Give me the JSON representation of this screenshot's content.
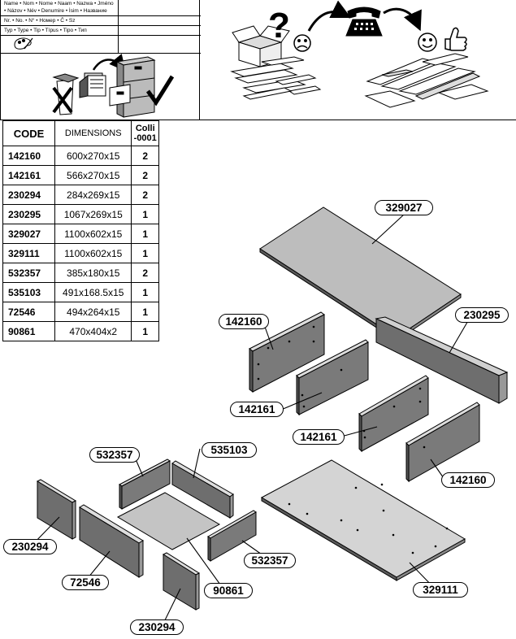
{
  "header": {
    "rows": [
      "Name • Nom • Nome • Naam • Nazwa • Jméno",
      "• Názov • Név • Denumire • İsim • Название",
      "Nr. • No. • N° • Номер • Č • Sz",
      "Typ • Type • Tip • Típus • Tipo • Тип"
    ]
  },
  "table": {
    "headers": {
      "code": "CODE",
      "dimensions": "DIMENSIONS",
      "colli": "Colli -0001"
    },
    "rows": [
      {
        "code": "142160",
        "dim": "600x270x15",
        "qty": "2"
      },
      {
        "code": "142161",
        "dim": "566x270x15",
        "qty": "2"
      },
      {
        "code": "230294",
        "dim": "284x269x15",
        "qty": "2"
      },
      {
        "code": "230295",
        "dim": "1067x269x15",
        "qty": "1"
      },
      {
        "code": "329027",
        "dim": "1100x602x15",
        "qty": "1"
      },
      {
        "code": "329111",
        "dim": "1100x602x15",
        "qty": "1"
      },
      {
        "code": "532357",
        "dim": "385x180x15",
        "qty": "2"
      },
      {
        "code": "535103",
        "dim": "491x168.5x15",
        "qty": "1"
      },
      {
        "code": "72546",
        "dim": "494x264x15",
        "qty": "1"
      },
      {
        "code": "90861",
        "dim": "470x404x2",
        "qty": "1"
      }
    ]
  },
  "labels": {
    "l329027": "329027",
    "l142160a": "142160",
    "l230295": "230295",
    "l142161a": "142161",
    "l142161b": "142161",
    "l142160b": "142160",
    "l532357a": "532357",
    "l535103": "535103",
    "l230294a": "230294",
    "l72546": "72546",
    "l90861": "90861",
    "l532357b": "532357",
    "l329111": "329111",
    "l230294b": "230294"
  },
  "icons": {
    "question": "?",
    "phone": "phone-icon",
    "sad": "sad-face-icon",
    "happy": "happy-face-icon",
    "thumbs": "thumbs-up-icon",
    "palette": "color-palette-icon",
    "check": "checkmark-icon",
    "cross": "cross-icon"
  }
}
